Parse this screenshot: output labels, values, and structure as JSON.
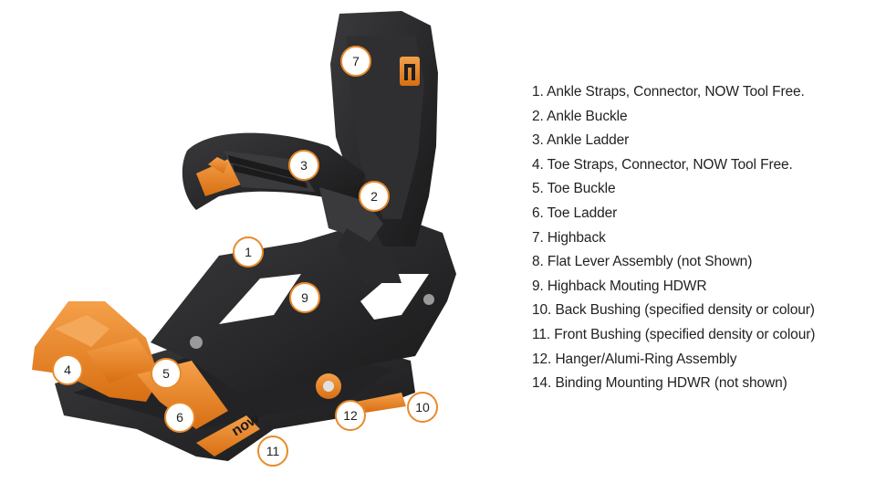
{
  "parts": [
    "1. Ankle Straps, Connector, NOW Tool Free.",
    "2. Ankle Buckle",
    "3. Ankle Ladder",
    "4. Toe Straps, Connector, NOW Tool Free.",
    "5. Toe Buckle",
    "6. Toe Ladder",
    "7. Highback",
    "8. Flat Lever Assembly (not Shown)",
    "9. Highback Mouting HDWR",
    "10. Back Bushing (specified density or colour)",
    "11. Front Bushing (specified density or colour)",
    "12. Hanger/Alumi-Ring Assembly",
    "14. Binding Mounting HDWR (not shown)"
  ],
  "callouts": [
    "7",
    "3",
    "2",
    "1",
    "9",
    "4",
    "5",
    "6",
    "12",
    "10",
    "11"
  ],
  "product_logo": "now",
  "colors": {
    "accent_orange": "#f28a22",
    "binding_black": "#2b2b2d",
    "callout_border": "#e98a2b"
  }
}
